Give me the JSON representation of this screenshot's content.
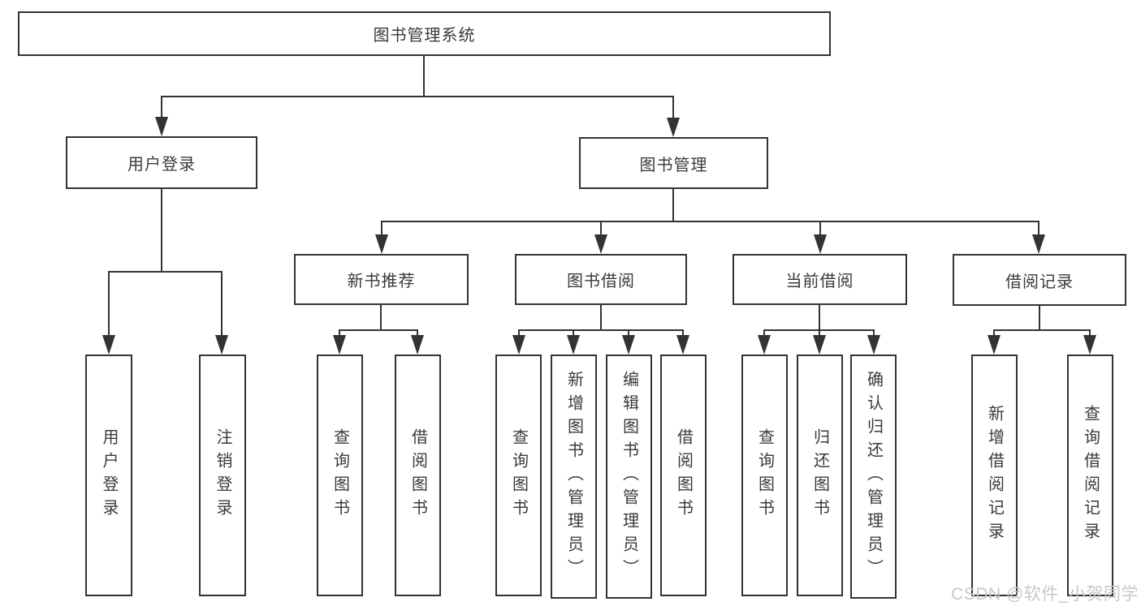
{
  "tree": {
    "root": {
      "label": "图书管理系统",
      "children": [
        {
          "label": "用户登录",
          "children": [
            {
              "label": "用户登录"
            },
            {
              "label": "注销登录"
            }
          ]
        },
        {
          "label": "图书管理",
          "children": [
            {
              "label": "新书推荐",
              "children": [
                {
                  "label": "查询图书"
                },
                {
                  "label": "借阅图书"
                }
              ]
            },
            {
              "label": "图书借阅",
              "children": [
                {
                  "label": "查询图书"
                },
                {
                  "label": "新增图书（管理员）"
                },
                {
                  "label": "编辑图书（管理员）"
                },
                {
                  "label": "借阅图书"
                }
              ]
            },
            {
              "label": "当前借阅",
              "children": [
                {
                  "label": "查询图书"
                },
                {
                  "label": "归还图书"
                },
                {
                  "label": "确认归还（管理员）"
                }
              ]
            },
            {
              "label": "借阅记录",
              "children": [
                {
                  "label": "新增借阅记录"
                },
                {
                  "label": "查询借阅记录"
                }
              ]
            }
          ]
        }
      ]
    }
  },
  "watermark": {
    "text": "CSDN @软件_小贺同学"
  },
  "colors": {
    "line": "#333333",
    "text": "#3a3a3a",
    "box_fill": "#ffffff",
    "background": "#ffffff",
    "watermark": "#c7c7c7"
  }
}
